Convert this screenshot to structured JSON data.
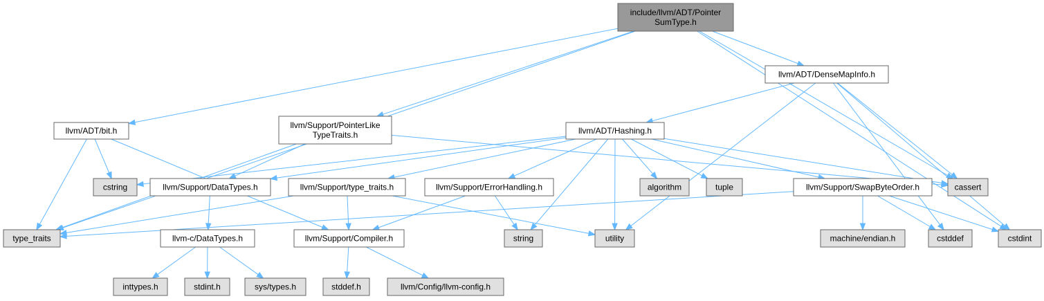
{
  "colors": {
    "root_fill": "#999999",
    "file_fill": "#ffffff",
    "system_fill": "#e0e0e0",
    "border": "#666666",
    "edge": "#63b8ff"
  },
  "nodes": {
    "root": {
      "lines": [
        "include/llvm/ADT/Pointer",
        "SumType.h"
      ],
      "kind": "root"
    },
    "densemapinfo": {
      "lines": [
        "llvm/ADT/DenseMapInfo.h"
      ],
      "kind": "file"
    },
    "bit": {
      "lines": [
        "llvm/ADT/bit.h"
      ],
      "kind": "file"
    },
    "pointerlike": {
      "lines": [
        "llvm/Support/PointerLike",
        "TypeTraits.h"
      ],
      "kind": "file"
    },
    "hashing": {
      "lines": [
        "llvm/ADT/Hashing.h"
      ],
      "kind": "file"
    },
    "cstring": {
      "lines": [
        "cstring"
      ],
      "kind": "system"
    },
    "datatypes": {
      "lines": [
        "llvm/Support/DataTypes.h"
      ],
      "kind": "file"
    },
    "typetraits_support": {
      "lines": [
        "llvm/Support/type_traits.h"
      ],
      "kind": "file"
    },
    "errorhandling": {
      "lines": [
        "llvm/Support/ErrorHandling.h"
      ],
      "kind": "file"
    },
    "algorithm": {
      "lines": [
        "algorithm"
      ],
      "kind": "system"
    },
    "tuple": {
      "lines": [
        "tuple"
      ],
      "kind": "system"
    },
    "swapbyteorder": {
      "lines": [
        "llvm/Support/SwapByteOrder.h"
      ],
      "kind": "file"
    },
    "cassert": {
      "lines": [
        "cassert"
      ],
      "kind": "system"
    },
    "type_traits": {
      "lines": [
        "type_traits"
      ],
      "kind": "system"
    },
    "c_datatypes": {
      "lines": [
        "llvm-c/DataTypes.h"
      ],
      "kind": "file"
    },
    "compiler": {
      "lines": [
        "llvm/Support/Compiler.h"
      ],
      "kind": "file"
    },
    "string": {
      "lines": [
        "string"
      ],
      "kind": "system"
    },
    "utility": {
      "lines": [
        "utility"
      ],
      "kind": "system"
    },
    "endian": {
      "lines": [
        "machine/endian.h"
      ],
      "kind": "system"
    },
    "cstddef": {
      "lines": [
        "cstddef"
      ],
      "kind": "system"
    },
    "cstdint": {
      "lines": [
        "cstdint"
      ],
      "kind": "system"
    },
    "inttypes": {
      "lines": [
        "inttypes.h"
      ],
      "kind": "system"
    },
    "stdint": {
      "lines": [
        "stdint.h"
      ],
      "kind": "system"
    },
    "systypes": {
      "lines": [
        "sys/types.h"
      ],
      "kind": "system"
    },
    "stddef": {
      "lines": [
        "stddef.h"
      ],
      "kind": "system"
    },
    "llvmconfig": {
      "lines": [
        "llvm/Config/llvm-config.h"
      ],
      "kind": "system"
    }
  },
  "edges": [
    [
      "root",
      "densemapinfo"
    ],
    [
      "root",
      "bit"
    ],
    [
      "root",
      "pointerlike"
    ],
    [
      "root",
      "type_traits"
    ],
    [
      "root",
      "cassert"
    ],
    [
      "root",
      "cstdint"
    ],
    [
      "densemapinfo",
      "hashing"
    ],
    [
      "densemapinfo",
      "cassert"
    ],
    [
      "densemapinfo",
      "cstddef"
    ],
    [
      "densemapinfo",
      "cstdint"
    ],
    [
      "densemapinfo",
      "utility"
    ],
    [
      "bit",
      "cstring"
    ],
    [
      "bit",
      "type_traits"
    ],
    [
      "bit",
      "compiler"
    ],
    [
      "pointerlike",
      "datatypes"
    ],
    [
      "pointerlike",
      "cassert"
    ],
    [
      "pointerlike",
      "type_traits"
    ],
    [
      "hashing",
      "cstring"
    ],
    [
      "hashing",
      "datatypes"
    ],
    [
      "hashing",
      "typetraits_support"
    ],
    [
      "hashing",
      "errorhandling"
    ],
    [
      "hashing",
      "string"
    ],
    [
      "hashing",
      "utility"
    ],
    [
      "hashing",
      "algorithm"
    ],
    [
      "hashing",
      "tuple"
    ],
    [
      "hashing",
      "swapbyteorder"
    ],
    [
      "hashing",
      "cassert"
    ],
    [
      "datatypes",
      "c_datatypes"
    ],
    [
      "typetraits_support",
      "type_traits"
    ],
    [
      "typetraits_support",
      "compiler"
    ],
    [
      "typetraits_support",
      "utility"
    ],
    [
      "errorhandling",
      "compiler"
    ],
    [
      "errorhandling",
      "string"
    ],
    [
      "swapbyteorder",
      "type_traits"
    ],
    [
      "swapbyteorder",
      "endian"
    ],
    [
      "swapbyteorder",
      "cstddef"
    ],
    [
      "swapbyteorder",
      "cstdint"
    ],
    [
      "c_datatypes",
      "inttypes"
    ],
    [
      "c_datatypes",
      "stdint"
    ],
    [
      "c_datatypes",
      "systypes"
    ],
    [
      "compiler",
      "stddef"
    ],
    [
      "compiler",
      "llvmconfig"
    ]
  ]
}
